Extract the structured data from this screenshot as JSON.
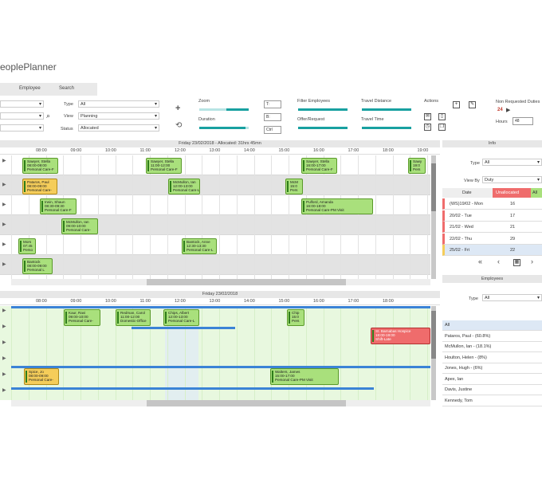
{
  "app": {
    "title": "eoplePlanner"
  },
  "tabs": [
    "Employee",
    "Search"
  ],
  "toolbar": {
    "type_label": "Type",
    "type_value": "All",
    "view_label": "View",
    "view_value": "Planning",
    "status_label": "Status",
    "status_value": "Allocated",
    "zoom_label": "Zoom",
    "duration_label": "Duration",
    "filter_label": "Filter Employees",
    "offer_label": "Offer/Request",
    "travel_distance_label": "Travel Distance",
    "travel_time_label": "Travel Time",
    "actions_label": "Actions",
    "t_btn": "T:",
    "b_btn": "B:",
    "ctrl_btn": "Ctrl",
    "nonreq_label": "Non Requested Duties",
    "nonreq_count": "24",
    "hours_label": "Hours",
    "hours_value": "48"
  },
  "top_schedule": {
    "header": "Friday 23/02/2018 - Allocated: 31hrs 45mn",
    "hours": [
      "08:00",
      "09:00",
      "10:00",
      "11:00",
      "12:00",
      "13:00",
      "14:00",
      "15:00",
      "16:00",
      "17:00",
      "18:00",
      "19:00"
    ],
    "jobs": [
      {
        "name": "Sawyer, Stella",
        "time": "08:00-09:00",
        "type": "Personal Care-F",
        "color": "green"
      },
      {
        "name": "Sawyer, Stella",
        "time": "11:00-12:00",
        "type": "Personal Care-F",
        "color": "green"
      },
      {
        "name": "Sawyer, Stella",
        "time": "16:00-17:00",
        "type": "Personal Care-F",
        "color": "green"
      },
      {
        "name": "Sawy",
        "time": "19:0",
        "type": "Pers",
        "color": "green"
      },
      {
        "name": "Pataros, Paul",
        "time": "08:00-09:00",
        "type": "Personal Care-",
        "color": "orange"
      },
      {
        "name": "McMullon, Ian",
        "time": "12:00-13:00",
        "type": "Personal Care-L",
        "color": "green"
      },
      {
        "name": "McM",
        "time": "15:0",
        "type": "Pers",
        "color": "green"
      },
      {
        "name": "Irwin, Shaun",
        "time": "08:30-09:30",
        "type": "Personal Care-F",
        "color": "green"
      },
      {
        "name": "Pulford, Amanda",
        "time": "16:00-18:00",
        "type": "Personal Care-PM Visit",
        "color": "green"
      },
      {
        "name": "McMullon, Ian",
        "time": "09:00-10:00",
        "type": "Personal Care-",
        "color": "green"
      },
      {
        "name": "Mors",
        "time": "07:45",
        "type": "Perso",
        "color": "green"
      },
      {
        "name": "Bantock, Anne",
        "time": "12:30-13:30",
        "type": "Personal Care-L",
        "color": "green"
      },
      {
        "name": "Bantock",
        "time": "08:00-09:00",
        "type": "Personal L",
        "color": "green"
      }
    ]
  },
  "bottom_schedule": {
    "header": "Friday 23/02/2018",
    "hours": [
      "08:00",
      "09:00",
      "10:00",
      "11:00",
      "12:00",
      "13:00",
      "14:00",
      "15:00",
      "16:00",
      "17:00",
      "18:00"
    ],
    "jobs": [
      {
        "name": "Kaur, Ravi",
        "time": "09:00-10:00",
        "type": "Personal Care-",
        "color": "green"
      },
      {
        "name": "Redman, Carol",
        "time": "11:00-12:00",
        "type": "Domestic-Office",
        "color": "green"
      },
      {
        "name": "Chips, Albert",
        "time": "12:00-13:00",
        "type": "Personal Care-L",
        "color": "green"
      },
      {
        "name": "Chip",
        "time": "15:0",
        "type": "Pers",
        "color": "green"
      },
      {
        "name": "St. Barnabas Hospice",
        "time": "18:00-19:00",
        "type": "Shift-Late",
        "color": "red"
      },
      {
        "name": "Spice, Jo",
        "time": "08:00-09:00",
        "type": "Personal Care-",
        "color": "orange"
      },
      {
        "name": "Walters, James",
        "time": "15:00-17:00",
        "type": "Personal Care-PM Visit",
        "color": "green"
      }
    ]
  },
  "info_panel": {
    "title": "Info",
    "type_label": "Type",
    "type_value": "All",
    "viewby_label": "View By",
    "viewby_value": "Duty",
    "date_col": "Date",
    "unalloc_col": "Unallocated",
    "alloc_col": "All",
    "rows": [
      {
        "date": "(WS)19/02 - Mon",
        "value": "16"
      },
      {
        "date": "20/02 - Tue",
        "value": "17"
      },
      {
        "date": "21/02 - Wed",
        "value": "21"
      },
      {
        "date": "22/02 - Thu",
        "value": "29"
      },
      {
        "date": "25/02 - Fri",
        "value": "22"
      }
    ]
  },
  "employees_panel": {
    "title": "Employees",
    "type_label": "Type",
    "type_value": "All",
    "items": [
      "All",
      "Pataros, Paul - (60.8%)",
      "McMullon, Ian - (18.1%)",
      "Houlton, Helen - (8%)",
      "Jones, Hugh - (6%)",
      "Apex, Ian",
      "Davis, Justine",
      "Kennedy, Tom"
    ]
  },
  "colors": {
    "accent": "#18a0a0",
    "job_green": "#a9e07c",
    "job_orange": "#f5cd5a",
    "job_red": "#ef6c6c",
    "blue_bar": "#3b83d6",
    "unalloc": "#ef6c6c"
  }
}
